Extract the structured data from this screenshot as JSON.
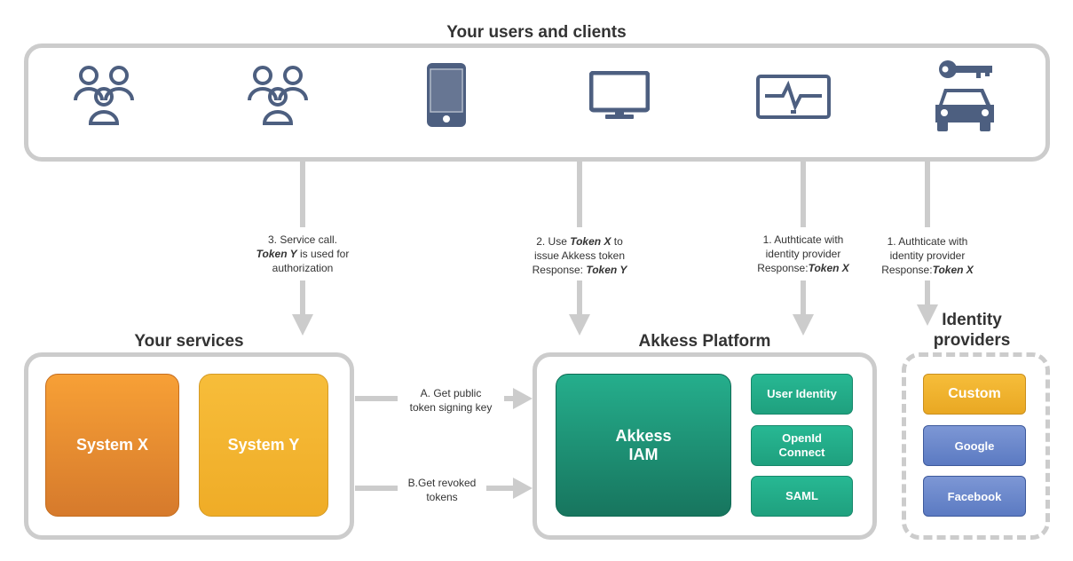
{
  "clients": {
    "title": "Your users and clients",
    "icons": [
      "users-group-icon",
      "users-group-icon",
      "smartphone-icon",
      "desktop-monitor-icon",
      "activity-monitor-icon",
      "car-key-icon"
    ]
  },
  "services": {
    "title": "Your services",
    "system_x": "System X",
    "system_y": "System Y"
  },
  "platform": {
    "title": "Akkess Platform",
    "iam_line1": "Akkess",
    "iam_line2": "IAM",
    "features": [
      "User Identity",
      "OpenId Connect",
      "SAML"
    ]
  },
  "identity": {
    "title_line1": "Identity",
    "title_line2": "providers",
    "providers": [
      "Custom",
      "Google",
      "Facebook"
    ]
  },
  "labels": {
    "service_call": {
      "l1": "3. Service call.",
      "l2b": "Token Y",
      "l2": " is used for",
      "l3": "authorization"
    },
    "use_token": {
      "l1a": "2. Use ",
      "l1b": "Token X",
      "l1c": " to",
      "l2": "issue Akkess token",
      "l3a": "Response: ",
      "l3b": "Token Y"
    },
    "auth1": {
      "l1": "1. Authticate with",
      "l2": "identity provider",
      "l3a": "Response:",
      "l3b": "Token X"
    },
    "auth2": {
      "l1": "1. Authticate with",
      "l2": "identity provider",
      "l3a": "Response:",
      "l3b": "Token X"
    },
    "get_key": {
      "l1": "A. Get public",
      "l2": "token signing key"
    },
    "get_revoked": {
      "l1": "B.Get revoked",
      "l2": "tokens"
    }
  },
  "colors": {
    "panel_border": "#cccccc",
    "icon": "#4d5f80",
    "arrow": "#cccccc",
    "akkess_green": "#1f9c7c",
    "system_orange": "#f29433",
    "system_yellow": "#f5b731",
    "provider_blue": "#6a87c9"
  }
}
